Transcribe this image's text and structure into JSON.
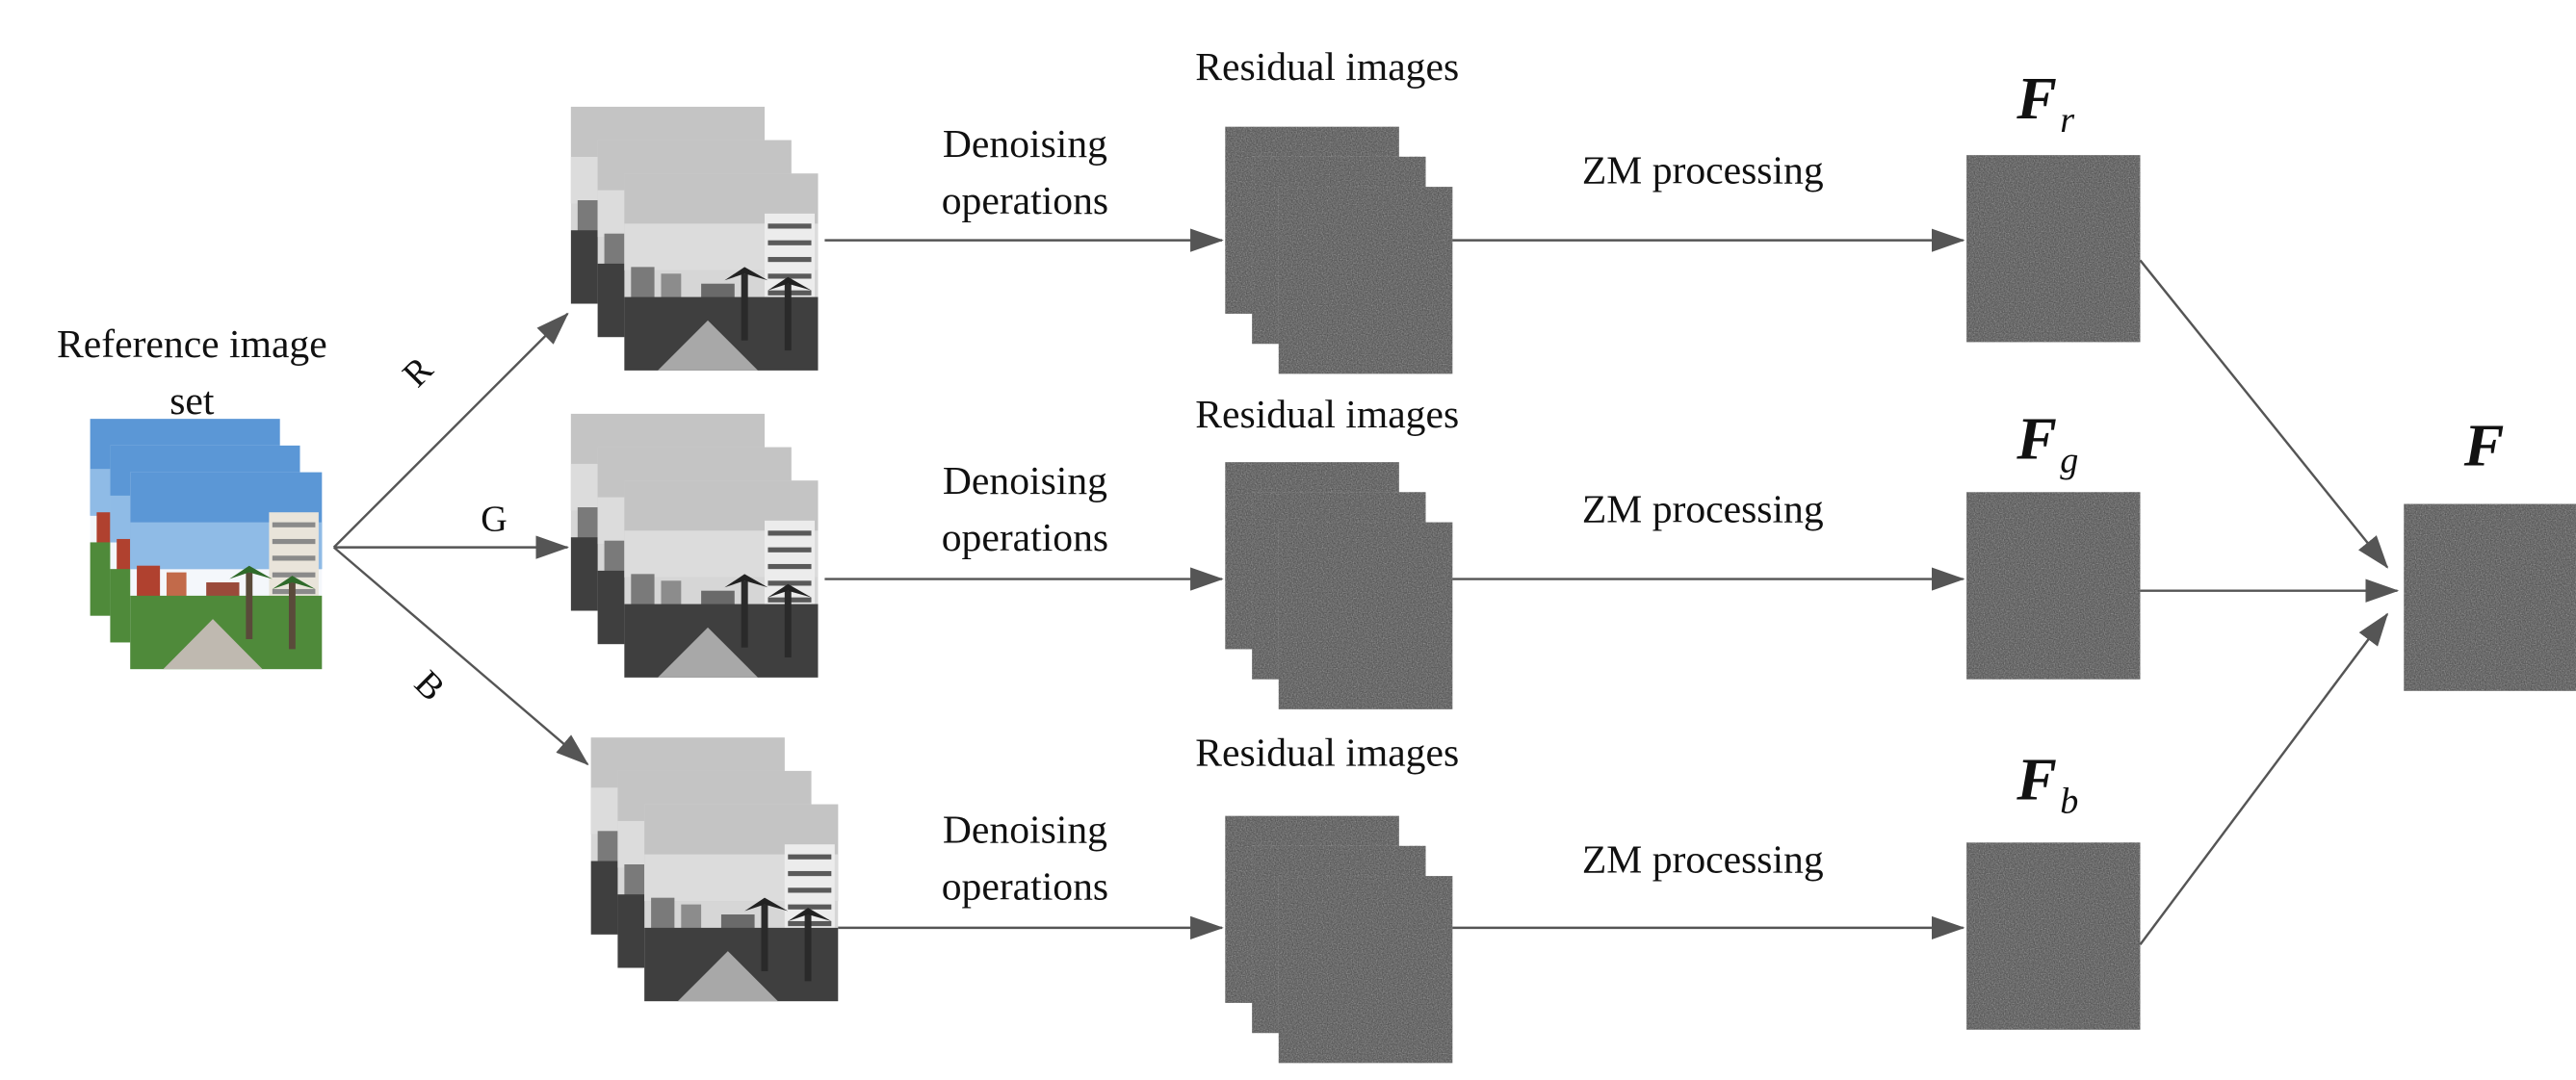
{
  "labels": {
    "reference_set": [
      "Reference image",
      "set"
    ],
    "channel_r": "R",
    "channel_g": "G",
    "channel_b": "B",
    "denoising": [
      "Denoising",
      "operations"
    ],
    "residual": "Residual images",
    "zm": "ZM processing",
    "f_main": "F",
    "f_r_sub": "r",
    "f_g_sub": "g",
    "f_b_sub": "b"
  },
  "rows": [
    {
      "channel": "r",
      "denoising": [
        "Denoising",
        "operations"
      ],
      "residual": "Residual images",
      "zm": "ZM processing"
    },
    {
      "channel": "g",
      "denoising": [
        "Denoising",
        "operations"
      ],
      "residual": "Residual images",
      "zm": "ZM processing"
    },
    {
      "channel": "b",
      "denoising": [
        "Denoising",
        "operations"
      ],
      "residual": "Residual images",
      "zm": "ZM processing"
    }
  ],
  "colors": {
    "arrow": "#555555",
    "noise_dark": "#3a3a3a",
    "noise_light": "#6a6a6a",
    "sky_color": "#4a86c8",
    "foliage_color": "#4f8a3a"
  },
  "icons": {
    "reference_stack": "color-photo-stack",
    "channel_stack": "grayscale-photo-stack",
    "residual_stack": "noise-image-stack",
    "fingerprint": "noise-image"
  }
}
